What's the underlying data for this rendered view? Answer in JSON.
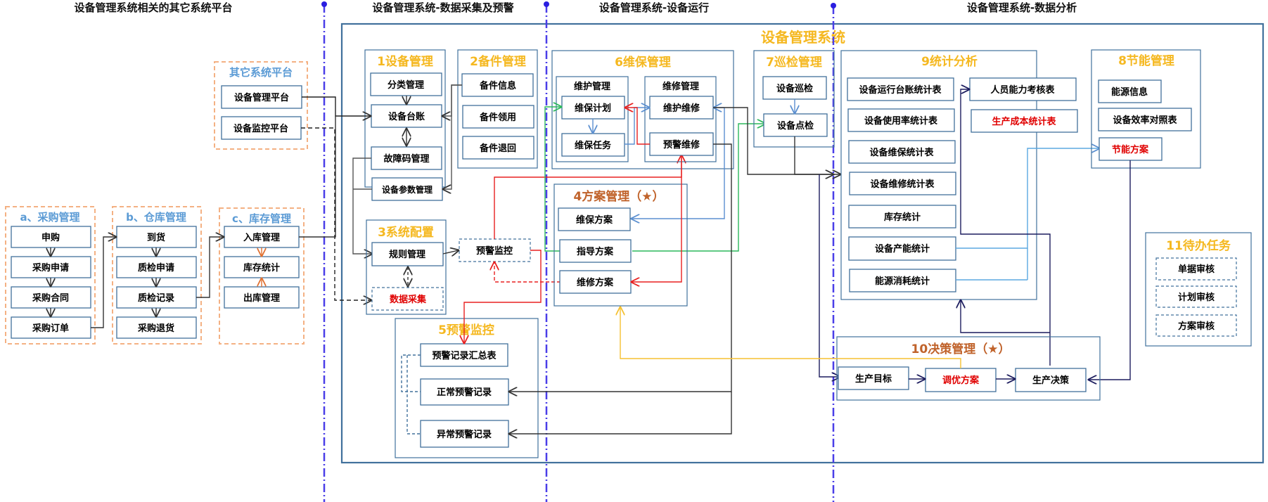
{
  "phases": [
    "设备管理系统相关的其它系统平台",
    "设备管理系统-数据采集及预警",
    "设备管理系统-设备运行",
    "设备管理系统-数据分析"
  ],
  "system_title": "设备管理系统",
  "other_platforms": {
    "title": "其它系统平台",
    "items": [
      "设备管理平台",
      "设备监控平台"
    ]
  },
  "procurement": {
    "title": "a、采购管理",
    "items": [
      "申购",
      "采购申请",
      "采购合同",
      "采购订单"
    ]
  },
  "warehouse": {
    "title": "b、仓库管理",
    "items": [
      "到货",
      "质检申请",
      "质检记录",
      "采购退货"
    ]
  },
  "inventory": {
    "title": "c、库存管理",
    "items": [
      "入库管理",
      "库存统计",
      "出库管理"
    ]
  },
  "equipment_mgmt": {
    "title": "1设备管理",
    "items": [
      "分类管理",
      "设备台账",
      "故障码管理",
      "设备参数管理"
    ]
  },
  "spare_parts": {
    "title": "2备件管理",
    "items": [
      "备件信息",
      "备件领用",
      "备件退回"
    ]
  },
  "system_config": {
    "title": "3系统配置",
    "items": [
      "规则管理",
      "数据采集"
    ]
  },
  "warning_monitor_node": "预警监控",
  "plan_mgmt": {
    "title": "4方案管理（★）",
    "items": [
      "维保方案",
      "指导方案",
      "维修方案"
    ]
  },
  "warning_monitor": {
    "title": "5预警监控",
    "items": [
      "预警记录汇总表",
      "正常预警记录",
      "异常预警记录"
    ]
  },
  "maintenance": {
    "title": "6维保管理",
    "sub1": {
      "title": "维护管理",
      "items": [
        "维保计划",
        "维保任务"
      ]
    },
    "sub2": {
      "title": "维修管理",
      "items": [
        "维护维修",
        "预警维修"
      ]
    }
  },
  "inspection": {
    "title": "7巡检管理",
    "items": [
      "设备巡检",
      "设备点检"
    ]
  },
  "energy": {
    "title": "8节能管理",
    "items": [
      "能源信息",
      "设备效率对照表",
      "节能方案"
    ]
  },
  "statistics": {
    "title": "9统计分析",
    "left_items": [
      "设备运行台账统计表",
      "设备使用率统计表",
      "设备维保统计表",
      "设备维修统计表",
      "库存统计",
      "设备产能统计",
      "能源消耗统计"
    ],
    "right_items": [
      "人员能力考核表",
      "生产成本统计表"
    ]
  },
  "decision": {
    "title": "10决策管理（★）",
    "items": [
      "生产目标",
      "调优方案",
      "生产决策"
    ]
  },
  "todo": {
    "title": "11待办任务",
    "items": [
      "单据审核",
      "计划审核",
      "方案审核"
    ]
  },
  "colors": {
    "group_title": "#f5b820",
    "star_title": "#c0622a",
    "highlight_text": "#e00000",
    "box_border": "#41719c",
    "divider": "#4a3ee8"
  }
}
